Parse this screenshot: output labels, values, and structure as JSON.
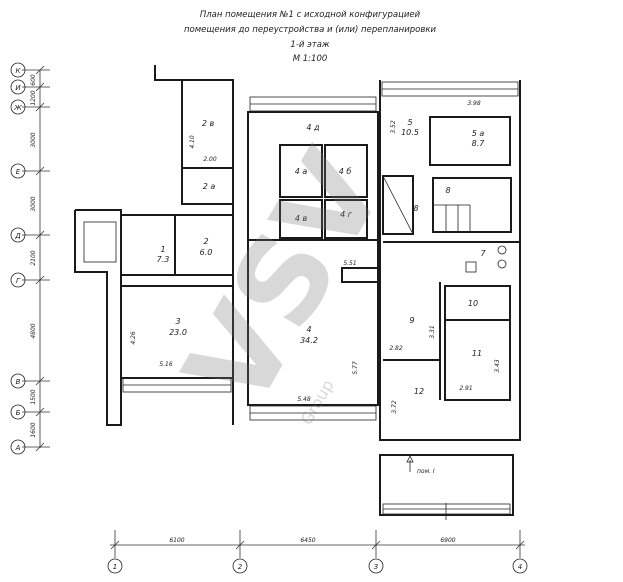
{
  "title": {
    "line1": "План помещения №1 с исходной конфигурацией",
    "line2": "помещения до переустройства и (или) перепланировки",
    "line3": "1-й этаж",
    "line4": "М 1:100"
  },
  "rooms": [
    {
      "id": "2b",
      "label": "2 в",
      "area": "",
      "dims": [
        "4.10",
        "2.00"
      ]
    },
    {
      "id": "2a",
      "label": "2 а",
      "area": ""
    },
    {
      "id": "1",
      "label": "1",
      "area": "7.3"
    },
    {
      "id": "2",
      "label": "2",
      "area": "6.0"
    },
    {
      "id": "3",
      "label": "3",
      "area": "23.0",
      "dims": [
        "4.26",
        "5.16"
      ]
    },
    {
      "id": "4d",
      "label": "4 д",
      "area": ""
    },
    {
      "id": "4a",
      "label": "4 а",
      "area": ""
    },
    {
      "id": "4b",
      "label": "4 б",
      "area": ""
    },
    {
      "id": "4v",
      "label": "4 в",
      "area": ""
    },
    {
      "id": "4g",
      "label": "4 г",
      "area": ""
    },
    {
      "id": "4",
      "label": "4",
      "area": "34.2",
      "dims": [
        "5.51",
        "5.77",
        "5.48"
      ]
    },
    {
      "id": "5",
      "label": "5",
      "area": "10.5",
      "dims": [
        "3.52",
        "3.98"
      ]
    },
    {
      "id": "5a",
      "label": "5 а",
      "area": "8.7"
    },
    {
      "id": "8",
      "label": "8",
      "area": ""
    },
    {
      "id": "8s",
      "label": "8",
      "area": ""
    },
    {
      "id": "7",
      "label": "7",
      "area": ""
    },
    {
      "id": "10",
      "label": "10",
      "area": ""
    },
    {
      "id": "9",
      "label": "9",
      "area": "",
      "dims": [
        "2.82",
        "3.31"
      ]
    },
    {
      "id": "11",
      "label": "11",
      "area": "",
      "dims": [
        "3.43",
        "2.91"
      ]
    },
    {
      "id": "12",
      "label": "12",
      "area": "",
      "dims": [
        "3.72"
      ]
    }
  ],
  "entrance_label": "пом. I",
  "axes": {
    "letters": [
      "К",
      "И",
      "Ж",
      "Е",
      "Д",
      "Г",
      "В",
      "Б",
      "А"
    ],
    "letter_spacings": [
      "600",
      "1200",
      "3000",
      "3000",
      "2100",
      "4800",
      "1500",
      "1600"
    ],
    "numbers": [
      "1",
      "2",
      "3",
      "4"
    ],
    "number_spacings": [
      "6100",
      "6450",
      "6900"
    ]
  },
  "watermark": {
    "big": "VSV",
    "small": "Group"
  }
}
